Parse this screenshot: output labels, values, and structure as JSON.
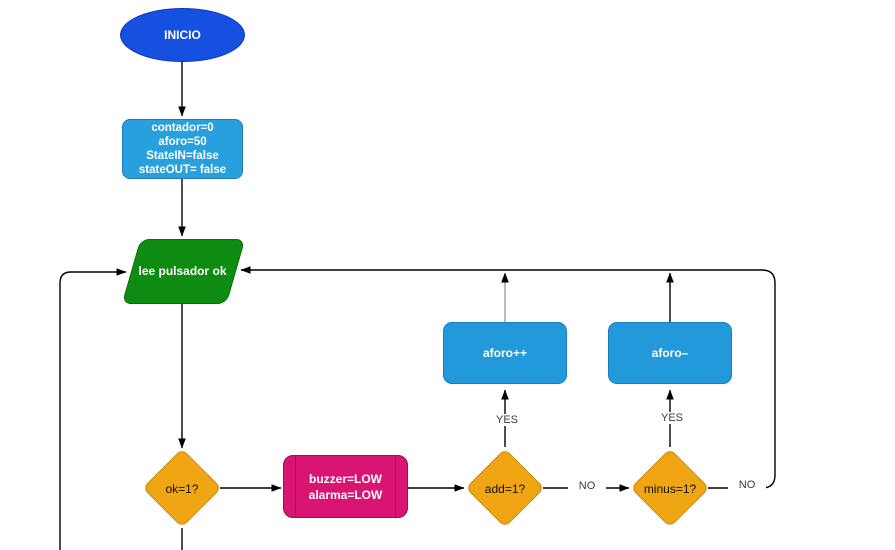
{
  "diagram": {
    "nodes": {
      "start": {
        "label": "INICIO"
      },
      "init": {
        "lines": [
          "contador=0",
          "aforo=50",
          "StateIN=false",
          "stateOUT= false"
        ]
      },
      "read_input": {
        "label": "lee pulsador ok"
      },
      "check_ok": {
        "label": "ok=1?"
      },
      "buzzer_off": {
        "lines": [
          "buzzer=LOW",
          "alarma=LOW"
        ]
      },
      "check_add": {
        "label": "add=1?"
      },
      "check_minus": {
        "label": "minus=1?"
      },
      "aforo_increment": {
        "label": "aforo++"
      },
      "aforo_decrement": {
        "label": "aforo–"
      }
    },
    "edge_labels": {
      "add_yes": "YES",
      "minus_yes": "YES",
      "add_no": "NO",
      "minus_no": "NO"
    },
    "colors": {
      "terminator_fill": "#1550E0",
      "terminator_border": "#1038C0",
      "process_fill": "#29A0DE",
      "process_border": "#1D7AC0",
      "process2_fill": "#2299DB",
      "process2_border": "#1B7FBE",
      "input_fill": "#0E8C11",
      "input_border": "#0A6E0D",
      "decision_fill": "#F0A513",
      "decision_border": "#C8871A",
      "predefined_fill": "#D91472",
      "predefined_border": "#99134F",
      "predefined_bar": "#A81058",
      "edge_stroke": "#000000",
      "edge_gray": "#9E9E9E",
      "label_text": "#3B3B3B"
    }
  }
}
